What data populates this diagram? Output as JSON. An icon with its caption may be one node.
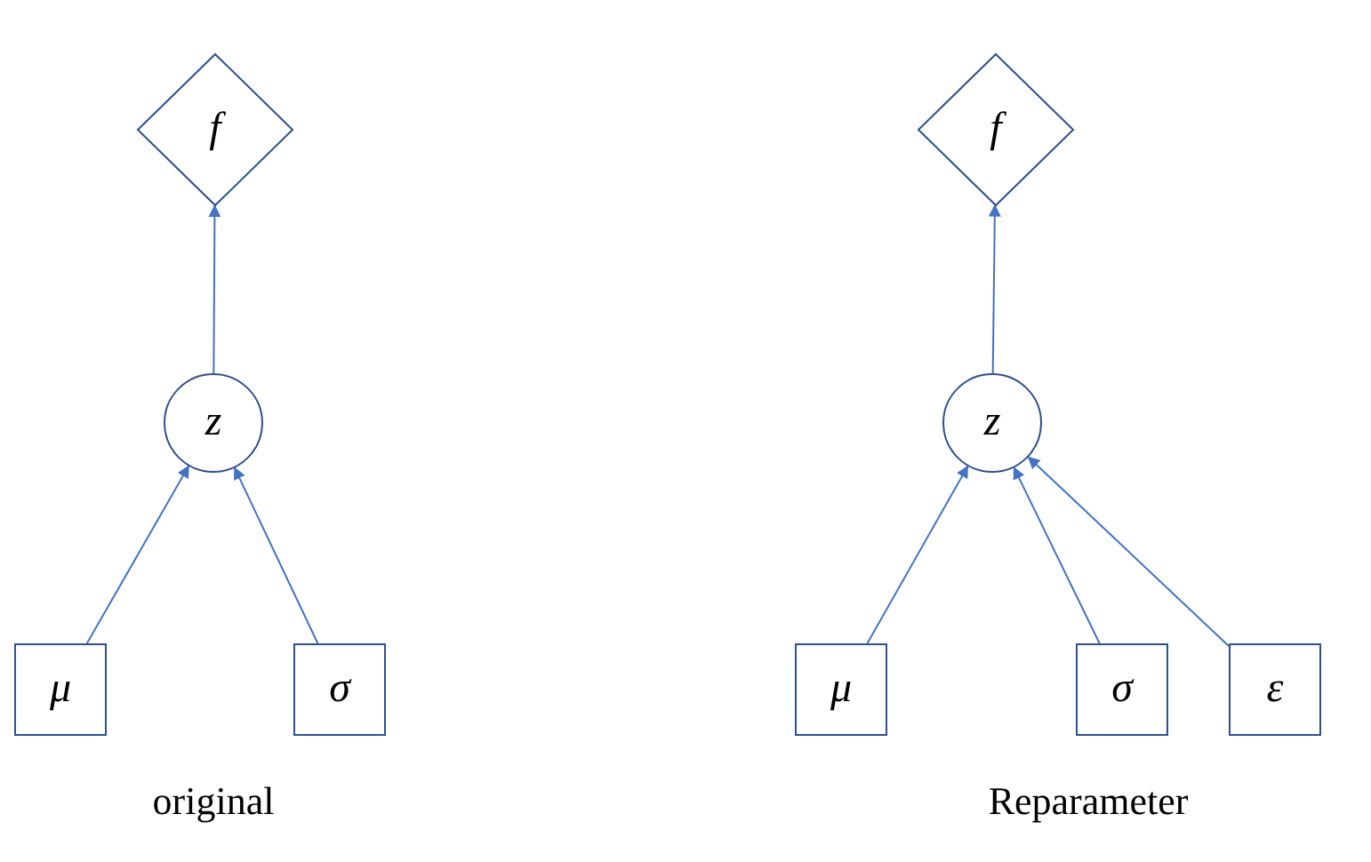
{
  "diagram": {
    "nodes": [
      {
        "text": [
          "f"
        ]
      },
      {
        "text": [
          "z"
        ]
      },
      {
        "text": [
          "μ"
        ]
      },
      {
        "text": [
          "σ"
        ]
      },
      {
        "text": [
          "f"
        ]
      },
      {
        "text": [
          "z"
        ]
      },
      {
        "text": [
          "μ"
        ]
      },
      {
        "text": [
          "σ"
        ]
      },
      {
        "text": [
          "ε"
        ]
      }
    ],
    "edges": [
      {
        "from": 1,
        "to": 0,
        "arrow": "to"
      },
      {
        "from": 2,
        "to": 1,
        "arrow": "to"
      },
      {
        "from": 3,
        "to": 1,
        "arrow": "to"
      },
      {
        "from": 5,
        "to": 4,
        "arrow": "to"
      },
      {
        "from": 6,
        "to": 5,
        "arrow": "to"
      },
      {
        "from": 7,
        "to": 5,
        "arrow": "to"
      },
      {
        "from": 8,
        "to": 5,
        "arrow": "to"
      }
    ],
    "labels": [
      "original",
      "Reparameter"
    ]
  }
}
